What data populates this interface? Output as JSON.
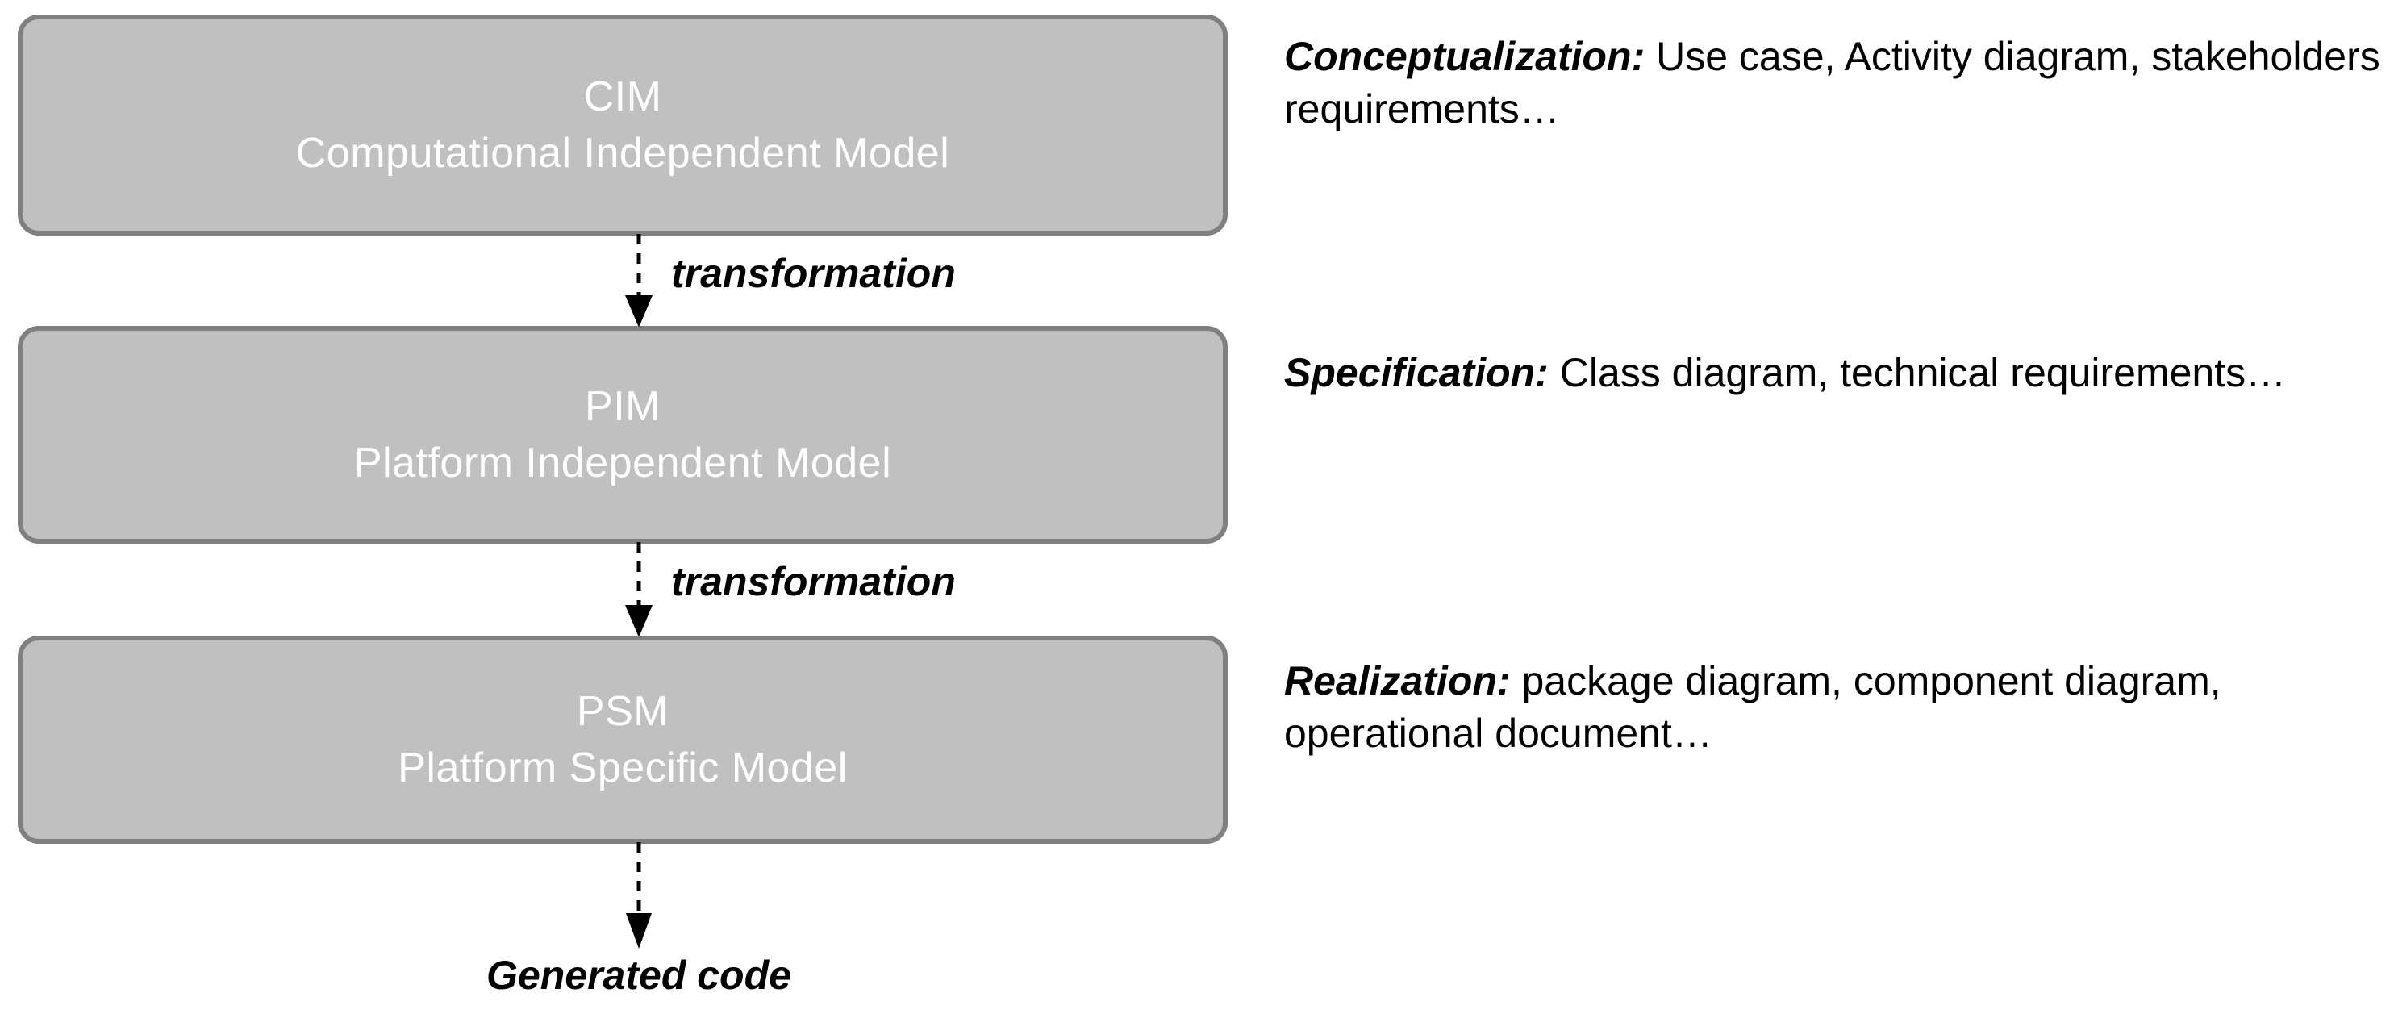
{
  "diagram": {
    "title": "MDA Model Driven Architecture transformation chain",
    "colors": {
      "box_fill": "#c0c0c0",
      "box_border": "#808080",
      "box_text": "#ffffff",
      "page_background": "#ffffff",
      "annotation_text": "#000000",
      "arrow": "#000000"
    },
    "boxes": [
      {
        "abbr": "CIM",
        "title": "Computational Independent Model",
        "description_label": "Conceptualization:",
        "description_body": " Use case, Activity diagram, stakeholders requirements…"
      },
      {
        "abbr": "PIM",
        "title": "Platform Independent Model",
        "description_label": "Specification:",
        "description_body": " Class diagram, technical requirements…"
      },
      {
        "abbr": "PSM",
        "title": "Platform Specific Model",
        "description_label": "Realization:",
        "description_body": " package diagram, component diagram, operational document…"
      }
    ],
    "arrows": [
      {
        "label": "transformation",
        "style": "dashed",
        "direction": "down"
      },
      {
        "label": "transformation",
        "style": "dashed",
        "direction": "down"
      },
      {
        "label": "",
        "style": "dashed",
        "direction": "down"
      }
    ],
    "footer_label": "Generated code"
  }
}
